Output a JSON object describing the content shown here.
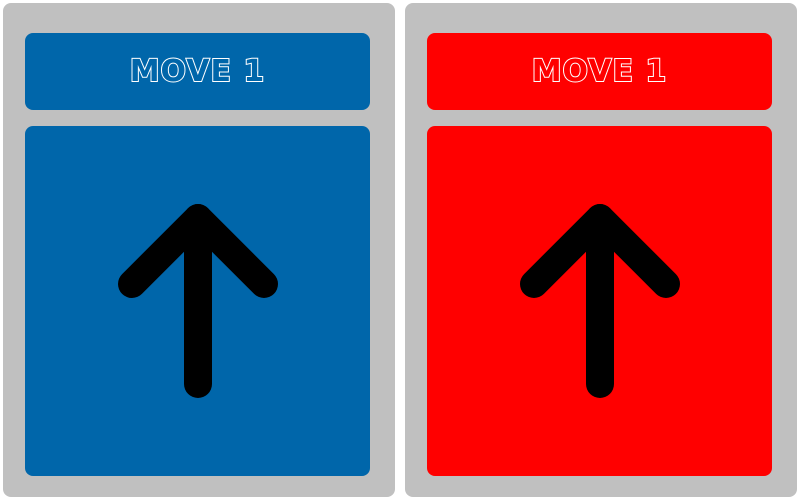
{
  "players": [
    {
      "label": "MOVE 1",
      "color": "#0066aa",
      "icon": "arrow-up-icon",
      "direction": "up"
    },
    {
      "label": "MOVE 1",
      "color": "#ff0000",
      "icon": "arrow-up-icon",
      "direction": "up"
    }
  ],
  "colors": {
    "panel_bg": "#c0c0c0",
    "arrow": "#000000",
    "label_text": "#ffffff"
  }
}
